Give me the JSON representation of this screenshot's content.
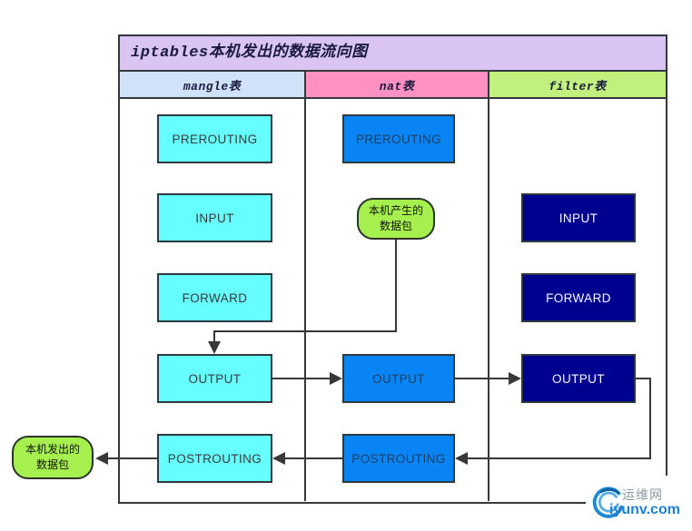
{
  "title": "iptables本机发出的数据流向图",
  "columns": {
    "mangle": {
      "header": "mangle表",
      "nodes": [
        "PREROUTING",
        "INPUT",
        "FORWARD",
        "OUTPUT",
        "POSTROUTING"
      ]
    },
    "nat": {
      "header": "nat表",
      "nodes": [
        "PREROUTING",
        "OUTPUT",
        "POSTROUTING"
      ]
    },
    "filter": {
      "header": "filter表",
      "nodes": [
        "INPUT",
        "FORWARD",
        "OUTPUT"
      ]
    }
  },
  "terminals": {
    "generated": {
      "line1": "本机产生的",
      "line2": "数据包"
    },
    "outgoing": {
      "line1": "本机发出的",
      "line2": "数据包"
    }
  },
  "watermark": {
    "site_name": "运维网",
    "site_url": "iyunv.com"
  },
  "colors": {
    "title_bg": "#d9c4f4",
    "mangle_header_bg": "#cfe2f8",
    "nat_header_bg": "#ff90c2",
    "filter_header_bg": "#c2f07e",
    "mangle_box_bg": "#66ffff",
    "nat_box_bg": "#0884f4",
    "filter_box_bg": "#000090",
    "terminal_bg": "#a5f04e",
    "line_color": "#383838",
    "border_color": "#33383d"
  }
}
